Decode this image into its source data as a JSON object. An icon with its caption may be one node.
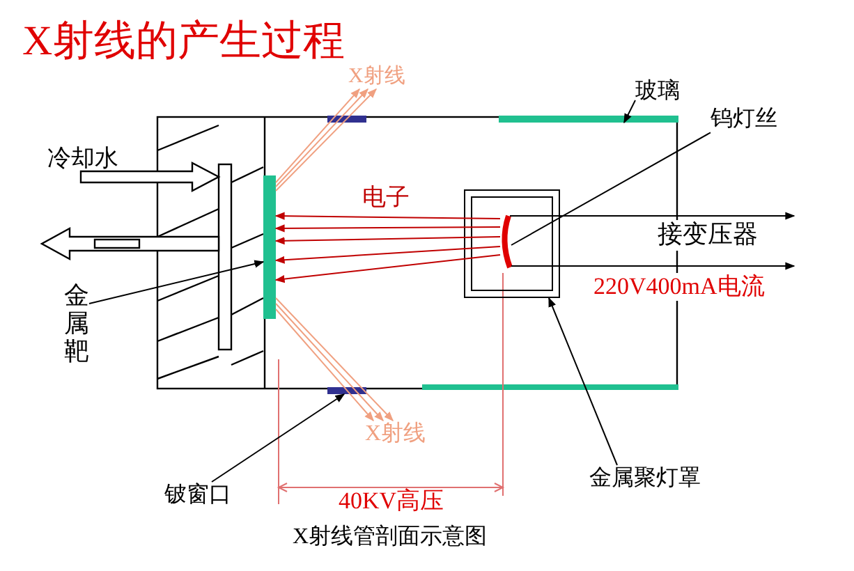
{
  "diagram": {
    "title": "X射线的产生过程",
    "caption": "X射线管剖面示意图",
    "nodes": [
      {
        "text": [
          "玻璃"
        ]
      },
      {
        "text": [],
        "shape": "bar"
      },
      {
        "text": [
          "钨灯丝"
        ]
      },
      {
        "text": [],
        "shape": "box"
      },
      {
        "text": [],
        "shape": "bar",
        "in": 3
      },
      {
        "text": [
          "金属靶"
        ]
      },
      {
        "text": [],
        "shape": "bar"
      },
      {
        "text": [
          "铍窗口"
        ]
      },
      {
        "text": [],
        "shape": "bar"
      },
      {
        "text": [
          "金属聚灯罩"
        ]
      },
      {
        "text": [
          "X射线"
        ]
      },
      {
        "text": [
          "X射线"
        ]
      }
    ],
    "edges": [
      {
        "from": 0,
        "to": 1,
        "arrow": "to"
      },
      {
        "from": 2,
        "to": 4,
        "arrow": "none"
      },
      {
        "from": 5,
        "to": 6,
        "arrow": "to"
      },
      {
        "from": 7,
        "to": 8,
        "arrow": "to"
      },
      {
        "from": 9,
        "to": 3,
        "arrow": "to"
      },
      {
        "from": 4,
        "to": 6,
        "arrow": "to",
        "color": "#c00000"
      },
      {
        "from": 4,
        "to": 6,
        "arrow": "to",
        "color": "#c00000"
      },
      {
        "from": 4,
        "to": 6,
        "arrow": "to",
        "color": "#c00000"
      },
      {
        "from": 4,
        "to": 6,
        "arrow": "to",
        "color": "#c00000"
      },
      {
        "from": 4,
        "to": 6,
        "arrow": "to",
        "color": "#c00000"
      },
      {
        "from": 4,
        "to": null,
        "arrow": "to"
      },
      {
        "from": 4,
        "to": null,
        "arrow": "to"
      },
      {
        "from": 6,
        "to": 10,
        "arrow": "to",
        "color": "#f0a080"
      },
      {
        "from": 6,
        "to": 10,
        "arrow": "to",
        "color": "#f0a080"
      },
      {
        "from": 6,
        "to": 10,
        "arrow": "to",
        "color": "#f0a080"
      },
      {
        "from": 6,
        "to": 11,
        "arrow": "to",
        "color": "#f0a080"
      },
      {
        "from": 6,
        "to": 11,
        "arrow": "to",
        "color": "#f0a080"
      },
      {
        "from": 6,
        "to": 11,
        "arrow": "to",
        "color": "#f0a080"
      }
    ],
    "labels": [
      "冷却水",
      "电子",
      "接变压器",
      "220V400mA电流",
      "40KV高压"
    ]
  }
}
